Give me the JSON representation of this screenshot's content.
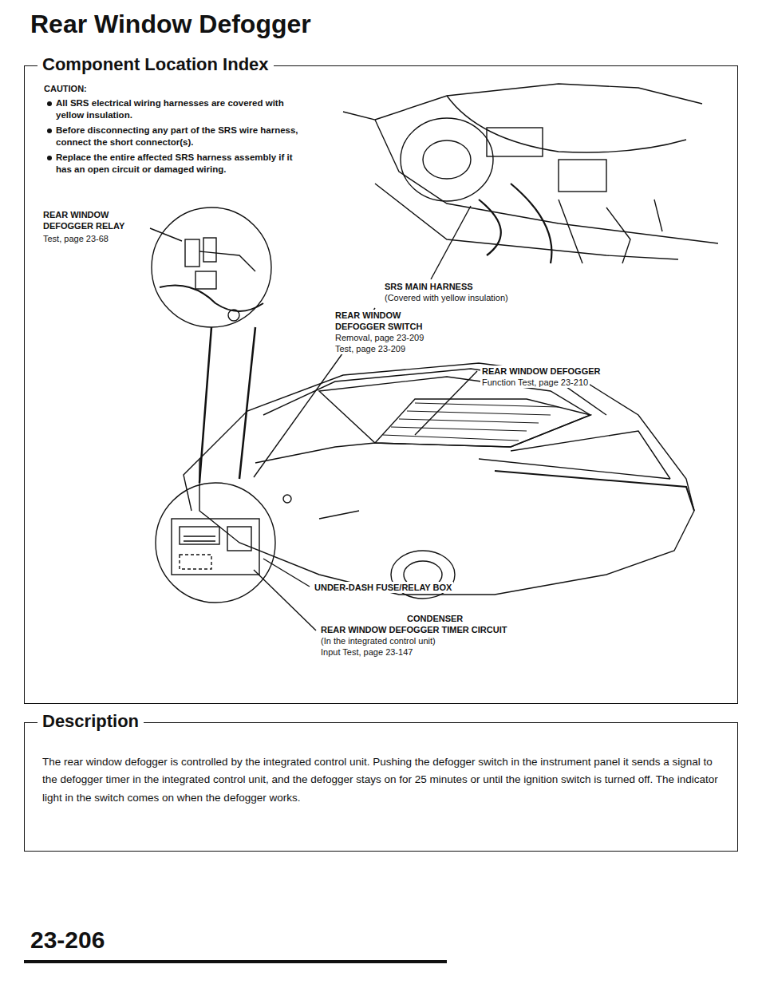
{
  "diagram": {
    "title": "Rear Window Defogger",
    "nodes": [
      {
        "text": [
          "Component Location Index"
        ]
      },
      {
        "text": [
          "Description",
          "The rear window defogger is controlled by the integrated control unit. Pushing the defogger switch in the instrument panel it sends a signal to the defogger timer in the integrated control unit, and the defogger stays on for 25 minutes or until the ignition switch is turned off. The indicator light in the switch comes on when the defogger works."
        ]
      }
    ],
    "labels": [
      "CAUTION:",
      "All SRS electrical wiring harnesses are covered with yellow insulation.",
      "Before disconnecting any part of the SRS wire harness, connect the short connector(s).",
      "Replace the entire affected SRS harness assembly if it has an open circuit or damaged wiring.",
      "REAR WINDOW DEFOGGER RELAY",
      "Test, page 23-68",
      "SRS MAIN HARNESS",
      "(Covered with yellow insulation)",
      "REAR WINDOW DEFOGGER SWITCH",
      "Removal, page 23-209",
      "Test, page 23-209",
      "REAR WINDOW DEFOGGER",
      "Function Test, page 23-210",
      "CONDENSER",
      "UNDER-DASH FUSE/RELAY BOX",
      "REAR WINDOW DEFOGGER TIMER CIRCUIT",
      "(In the integrated control unit)",
      "Input Test, page 23-147",
      "23-206"
    ]
  }
}
